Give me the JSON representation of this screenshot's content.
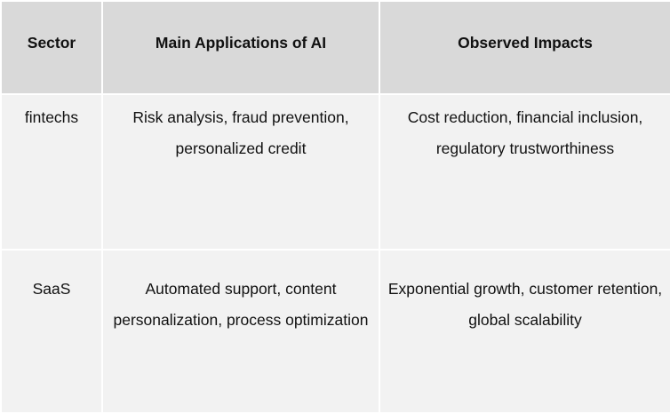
{
  "table": {
    "headers": [
      "Sector",
      "Main Applications of AI",
      "Observed Impacts"
    ],
    "rows": [
      [
        "fintechs",
        "Risk analysis, fraud prevention, personalized credit",
        "Cost reduction, financial inclusion, regulatory trustworthiness"
      ],
      [
        "SaaS",
        "Automated support, content personalization, process optimization",
        "Exponential growth, customer retention, global scalability"
      ]
    ]
  },
  "colors": {
    "header_bg": "#d9d9d9",
    "cell_bg": "#f2f2f2",
    "border": "#ffffff"
  }
}
